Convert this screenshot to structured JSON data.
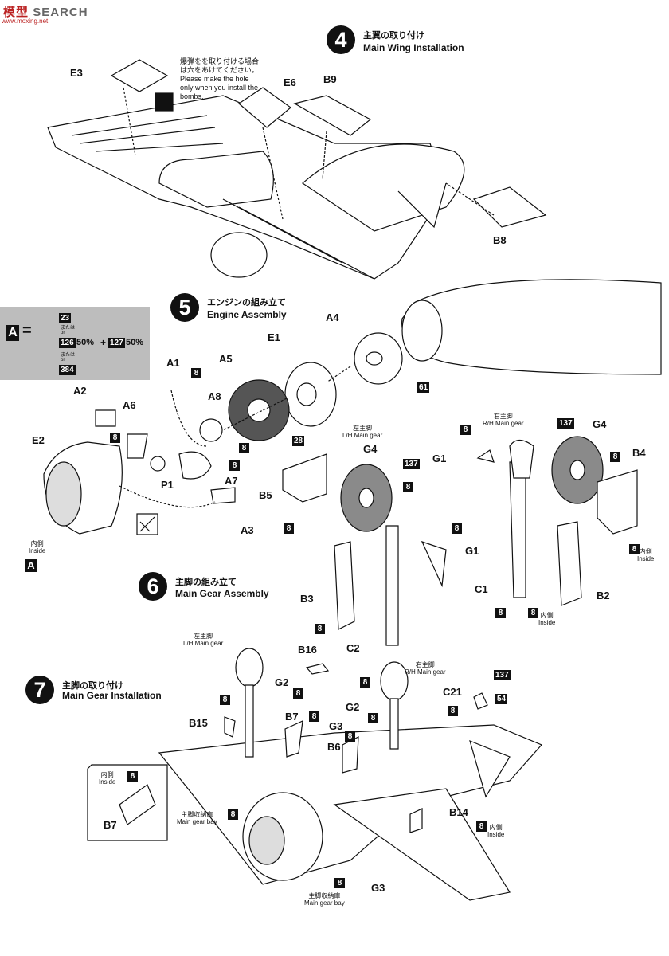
{
  "watermark": {
    "brand": "模型",
    "site": "SEARCH",
    "sub": "www.moxing.net"
  },
  "step4": {
    "num": "4",
    "jp": "主翼の取り付け",
    "en": "Main Wing Installation"
  },
  "step5": {
    "num": "5",
    "jp": "エンジンの組み立て",
    "en": "Engine Assembly"
  },
  "step6": {
    "num": "6",
    "jp": "主脚の組み立て",
    "en": "Main Gear Assembly"
  },
  "step7": {
    "num": "7",
    "jp": "主脚の取り付け",
    "en": "Main Gear Installation"
  },
  "bomb_note": {
    "jp1": "爆弾をを取り付ける場合",
    "jp2": "は穴をあけてください。",
    "en1": "Please make the hole",
    "en2": "only when you install the",
    "en3": "bombs."
  },
  "legend": {
    "letter": "A",
    "eq": "=",
    "c1": "23",
    "or": "または",
    "or_en": "or",
    "c2": "126",
    "pct1": "50%",
    "plus": "+",
    "c3": "127",
    "pct2": "50%",
    "c4": "384"
  },
  "labels": {
    "E3": "E3",
    "E6": "E6",
    "B9": "B9",
    "B8": "B8",
    "A4": "A4",
    "E1": "E1",
    "A1": "A1",
    "A5": "A5",
    "A2": "A2",
    "A6": "A6",
    "A8": "A8",
    "E2": "E2",
    "P1": "P1",
    "A7": "A7",
    "A3": "A3",
    "B5": "B5",
    "G4a": "G4",
    "G4b": "G4",
    "G1a": "G1",
    "G1b": "G1",
    "B4": "B4",
    "B3": "B3",
    "C1": "C1",
    "C2": "C2",
    "B2": "B2",
    "B16": "B16",
    "G2a": "G2",
    "G2b": "G2",
    "C21": "C21",
    "B15": "B15",
    "B7a": "B7",
    "B7b": "B7",
    "G3a": "G3",
    "G3b": "G3",
    "B6": "B6",
    "B14": "B14"
  },
  "paints": {
    "p8": "8",
    "p137": "137",
    "p61": "61",
    "p28": "28",
    "p54": "54"
  },
  "texts": {
    "lh_jp": "左主脚",
    "lh_en": "L/H Main gear",
    "rh_jp": "右主脚",
    "rh_en": "R/H Main gear",
    "inside_jp": "内側",
    "inside_en": "Inside",
    "bay_jp": "主脚収納庫",
    "bay_en": "Main gear bay",
    "a_box": "A"
  },
  "colors": {
    "ink": "#111111",
    "legend_bg": "#bdbdbd",
    "tire": "#8a8a8a",
    "watermark": "#b22222"
  }
}
